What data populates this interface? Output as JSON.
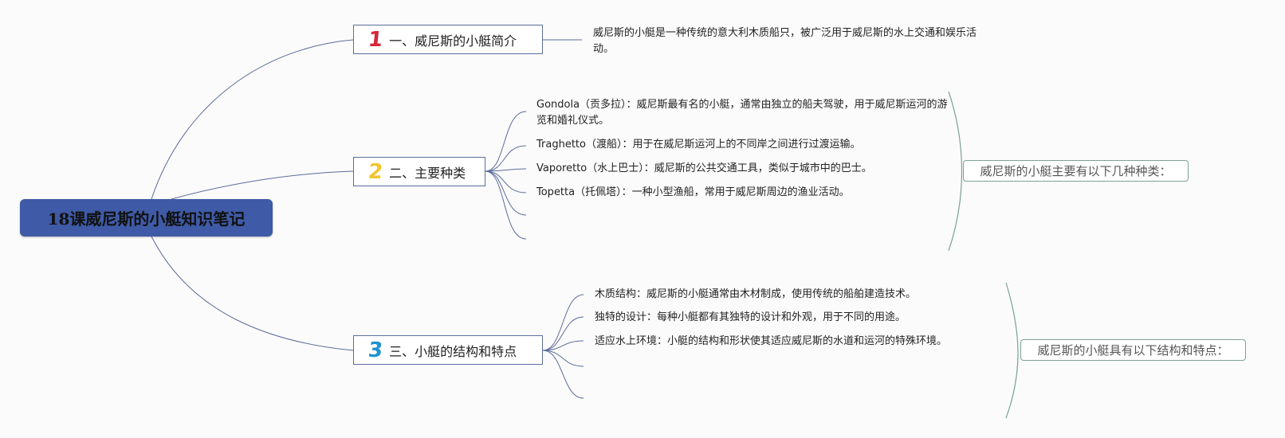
{
  "root": {
    "title": "18课威尼斯的小艇知识笔记"
  },
  "branches": [
    {
      "num": "1",
      "num_color": "#d6273a",
      "label": "一、威尼斯的小艇简介"
    },
    {
      "num": "2",
      "num_color": "#f2c530",
      "label": "二、主要种类"
    },
    {
      "num": "3",
      "num_color": "#1e94d0",
      "label": "三、小艇的结构和特点"
    }
  ],
  "intro": {
    "text": "威尼斯的小艇是一种传统的意大利木质船只，被广泛用于威尼斯的水上交通和娱乐活动。"
  },
  "types": {
    "items": [
      "Gondola（贡多拉）：威尼斯最有名的小艇，通常由独立的船夫驾驶，用于威尼斯运河的游览和婚礼仪式。",
      "Traghetto（渡船）：用于在威尼斯运河上的不同岸之间进行过渡运输。",
      "Vaporetto（水上巴士）：威尼斯的公共交通工具，类似于城市中的巴士。",
      "Topetta（托佩塔）：一种小型渔船，常用于威尼斯周边的渔业活动。"
    ],
    "summary": "威尼斯的小艇主要有以下几种种类："
  },
  "features": {
    "items": [
      "木质结构：威尼斯的小艇通常由木材制成，使用传统的船舶建造技术。",
      "独特的设计：每种小艇都有其独特的设计和外观，用于不同的用途。",
      "适应水上环境：小艇的结构和形状使其适应威尼斯的水道和运河的特殊环境。"
    ],
    "summary": "威尼斯的小艇具有以下结构和特点："
  },
  "colors": {
    "connector": "#5c6c9c",
    "summary_bracket": "#7aa394",
    "root_fill": "#3f5aa6"
  }
}
